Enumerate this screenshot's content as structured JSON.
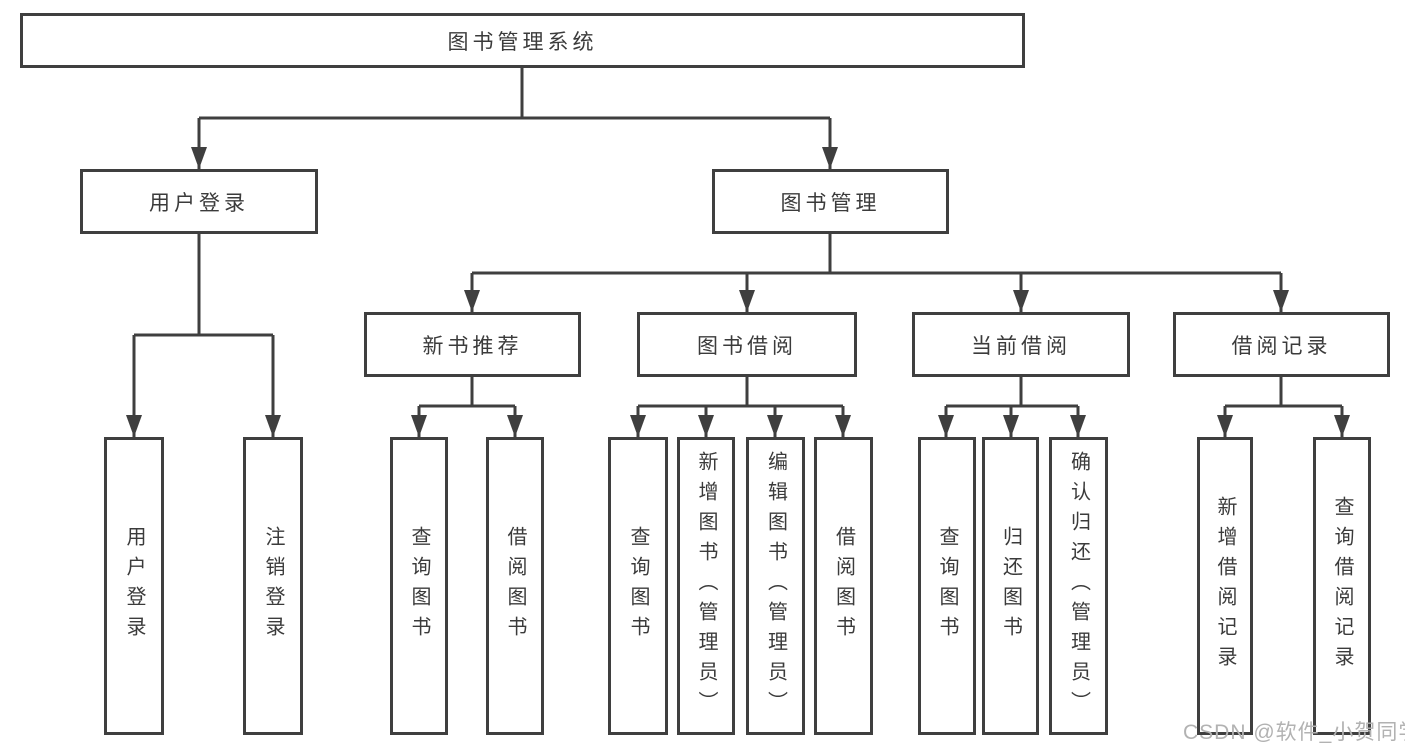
{
  "diagram": {
    "root": {
      "label": "图书管理系统"
    },
    "user_login": {
      "label": "用户登录",
      "children": [
        {
          "label": "用户登录"
        },
        {
          "label": "注销登录"
        }
      ]
    },
    "book_mgmt": {
      "label": "图书管理",
      "sections": [
        {
          "label": "新书推荐",
          "children": [
            {
              "label": "查询图书"
            },
            {
              "label": "借阅图书"
            }
          ]
        },
        {
          "label": "图书借阅",
          "children": [
            {
              "label": "查询图书"
            },
            {
              "label": "新增图书（管理员）"
            },
            {
              "label": "编辑图书（管理员）"
            },
            {
              "label": "借阅图书"
            }
          ]
        },
        {
          "label": "当前借阅",
          "children": [
            {
              "label": "查询图书"
            },
            {
              "label": "归还图书"
            },
            {
              "label": "确认归还（管理员）"
            }
          ]
        },
        {
          "label": "借阅记录",
          "children": [
            {
              "label": "新增借阅记录"
            },
            {
              "label": "查询借阅记录"
            }
          ]
        }
      ]
    },
    "colors": {
      "line": "#3f3f3f",
      "text": "#3b3b3b",
      "watermark": "#b2b2b2",
      "background": "#ffffff"
    }
  },
  "watermark": {
    "text": "CSDN @软件_小贺同学"
  }
}
